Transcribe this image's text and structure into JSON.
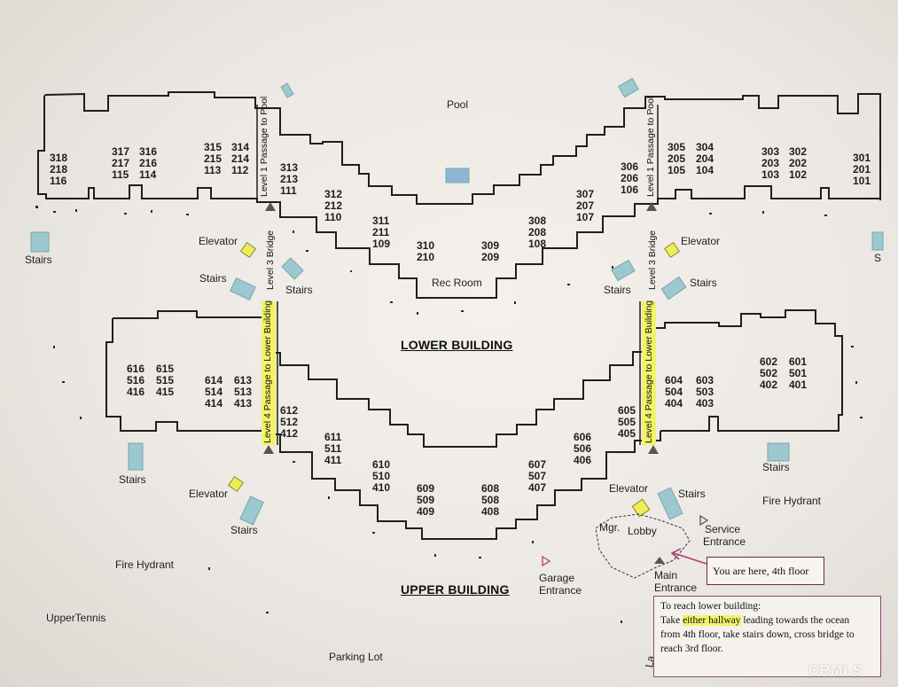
{
  "map": {
    "top_label": "Pool",
    "lower_building_title": "LOWER BUILDING",
    "upper_building_title": "UPPER BUILDING",
    "rec_room": "Rec Room",
    "passages": {
      "level1_left": "Level 1 Passage to Pool",
      "level1_right": "Level 1 Passage to Pool",
      "level3_left": "Level 3 Bridge",
      "level3_right": "Level 3 Bridge",
      "level4_left": "Level 4 Passage to Lower Building",
      "level4_right": "Level 4 Passage to Lower Building"
    },
    "lower_units": {
      "u318": "318\n218\n116",
      "u317": "317\n217\n115",
      "u316": "316\n216\n114",
      "u315": "315\n215\n113",
      "u314": "314\n214\n112",
      "u313": "313\n213\n111",
      "u312": "312\n212\n110",
      "u311": "311\n211\n109",
      "u310": "310\n210",
      "u309": "309\n209",
      "u308": "308\n208\n108",
      "u307": "307\n207\n107",
      "u306": "306\n206\n106",
      "u305": "305\n205\n105",
      "u304": "304\n204\n104",
      "u303": "303\n203\n103",
      "u302": "302\n202\n102",
      "u301": "301\n201\n101"
    },
    "upper_units": {
      "u616": "616\n516\n416",
      "u615": "615\n515\n415",
      "u614": "614\n514\n414",
      "u613": "613\n513\n413",
      "u612": "612\n512\n412",
      "u611": "611\n511\n411",
      "u610": "610\n510\n410",
      "u609": "609\n509\n409",
      "u608": "608\n508\n408",
      "u607": "607\n507\n407",
      "u606": "606\n506\n406",
      "u605": "605\n505\n405",
      "u604": "604\n504\n404",
      "u603": "603\n503\n403",
      "u602": "602\n502\n402",
      "u601": "601\n501\n401"
    },
    "labels": {
      "stairs_far_left": "Stairs",
      "stairs_far_right": "S",
      "elevator_lower_left": "Elevator",
      "elevator_lower_right": "Elevator",
      "stairs_lower_left_a": "Stairs",
      "stairs_lower_left_b": "Stairs",
      "stairs_lower_right_a": "Stairs",
      "stairs_lower_right_b": "Stairs",
      "stairs_upper_left_a": "Stairs",
      "elevator_upper_left": "Elevator",
      "stairs_upper_left_b": "Stairs",
      "stairs_upper_right_a": "Stairs",
      "elevator_upper_right": "Elevator",
      "stairs_upper_right_b": "Stairs",
      "fire_hydrant_left": "Fire Hydrant",
      "fire_hydrant_right": "Fire Hydrant",
      "mgr": "Mgr.",
      "lobby": "Lobby",
      "service_entrance_1": "Service",
      "service_entrance_2": "Entrance",
      "main_entrance_1": "Main",
      "main_entrance_2": "Entrance",
      "garage_entrance_1": "Garage",
      "garage_entrance_2": "Entrance",
      "upper_tennis": "UpperTennis",
      "parking_lot": "Parking Lot",
      "bottom_fragment": "La"
    },
    "you_are_here": "You are here, 4th floor",
    "note": {
      "line1": "To reach lower building:",
      "line2_a": "Take ",
      "line2_hl": "either hallway",
      "line2_b": " leading towards the ocean",
      "line3": "from 4th floor, take stairs down, cross bridge to",
      "line4": "reach 3rd floor."
    },
    "watermark": "CRMLS",
    "colors": {
      "outline": "#1e1e1e",
      "stairs": "#9cc8cf",
      "elevator": "#eded5a",
      "highlight": "#f3f36a",
      "arrow": "#b0407a",
      "note_border": "#8c4b7a"
    }
  }
}
